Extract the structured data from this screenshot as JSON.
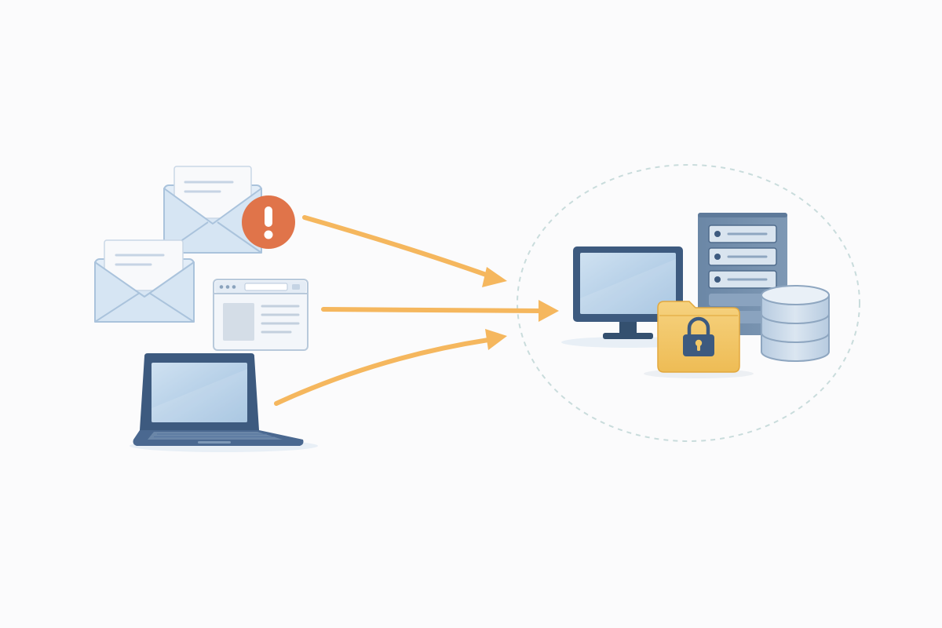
{
  "diagram": {
    "sources": [
      {
        "id": "email-alert",
        "icon": "envelope-alert-icon"
      },
      {
        "id": "email",
        "icon": "envelope-icon"
      },
      {
        "id": "browser",
        "icon": "browser-window-icon"
      },
      {
        "id": "laptop",
        "icon": "laptop-icon"
      }
    ],
    "targets": [
      {
        "id": "monitor",
        "icon": "desktop-monitor-icon"
      },
      {
        "id": "server",
        "icon": "server-rack-icon"
      },
      {
        "id": "folder",
        "icon": "locked-folder-icon"
      },
      {
        "id": "database",
        "icon": "database-icon"
      }
    ],
    "connections": [
      {
        "from": "email-alert",
        "to": "secure-zone"
      },
      {
        "from": "browser",
        "to": "secure-zone"
      },
      {
        "from": "laptop",
        "to": "secure-zone"
      }
    ],
    "boundary": {
      "style": "dashed",
      "shape": "ellipse"
    }
  },
  "colors": {
    "background": "#fbfbfc",
    "arrow": "#f5b75e",
    "alert": "#e0744a",
    "envelope": "#dbe8f4",
    "envelope_stroke": "#aac3dc",
    "paper": "#f8f9fb",
    "navy": "#3d5a7f",
    "screen": "#b9d3ea",
    "folder": "#f1c768",
    "server": "#6f8aa8",
    "database": "#cfdceb",
    "dashed_boundary": "#c9dcdc"
  }
}
